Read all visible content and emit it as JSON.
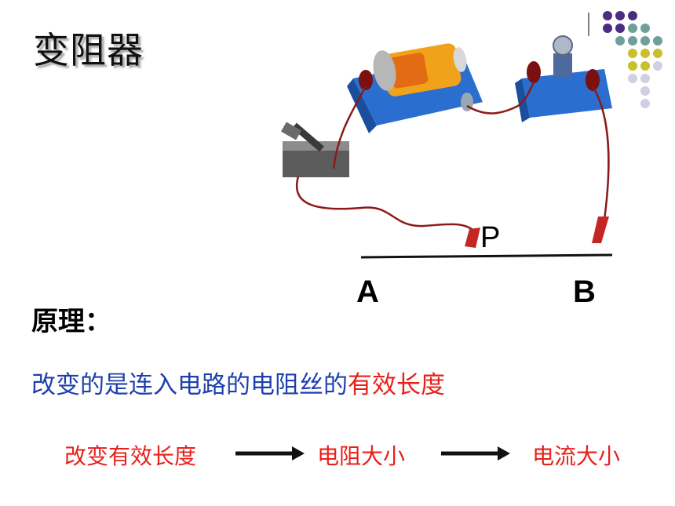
{
  "slide": {
    "title": "变阻器",
    "diagram": {
      "label_a": "A",
      "label_b": "B",
      "label_p": "P"
    },
    "principle_label": "原理：",
    "description": {
      "prefix": "改变的是连入电路的电阻丝的",
      "highlight": "有效长度"
    },
    "flow": [
      "改变有效长度",
      "电阻大小",
      "电流大小"
    ]
  },
  "colors": {
    "description_blue": "#1e3fae",
    "highlight_red": "#e8201a",
    "dot_purple": "#4b2c83",
    "dot_teal": "#6f9f9b",
    "dot_olive": "#c9c12a",
    "dot_lavender": "#cfd0e6"
  },
  "icons": [
    "battery-icon",
    "switch-icon",
    "lamp-icon",
    "alligator-clip-icon",
    "arrow-right-icon"
  ]
}
